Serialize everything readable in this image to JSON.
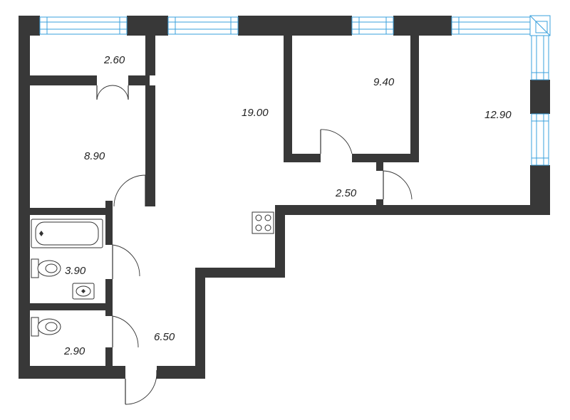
{
  "rooms": {
    "balcony_area": "2.60",
    "living_area": "19.00",
    "bedroom_small_area": "9.40",
    "bedroom_large_area": "12.90",
    "bedroom_left_area": "8.90",
    "hallway_area": "2.50",
    "bathroom_area": "3.90",
    "toilet_area": "2.90",
    "entrance_area": "6.50"
  },
  "colors": {
    "wall": "#383838",
    "window": "#3aa0dc",
    "background": "#ffffff"
  }
}
